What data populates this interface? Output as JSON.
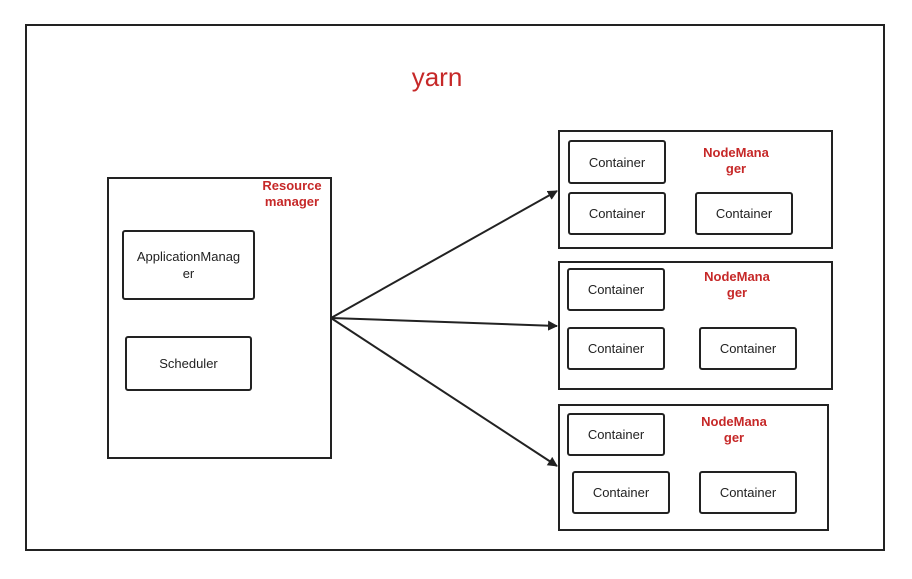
{
  "title": "yarn",
  "resource_manager": {
    "label_line1": "Resource",
    "label_line2": "manager",
    "application_manager_line1": "ApplicationManag",
    "application_manager_line2": "er",
    "scheduler": "Scheduler"
  },
  "node_managers": [
    {
      "label_line1": "NodeMana",
      "label_line2": "ger",
      "containers": [
        "Container",
        "Container",
        "Container"
      ]
    },
    {
      "label_line1": "NodeMana",
      "label_line2": "ger",
      "containers": [
        "Container",
        "Container",
        "Container"
      ]
    },
    {
      "label_line1": "NodeMana",
      "label_line2": "ger",
      "containers": [
        "Container",
        "Container",
        "Container"
      ]
    }
  ],
  "colors": {
    "accent": "#c62828",
    "stroke": "#222222"
  }
}
